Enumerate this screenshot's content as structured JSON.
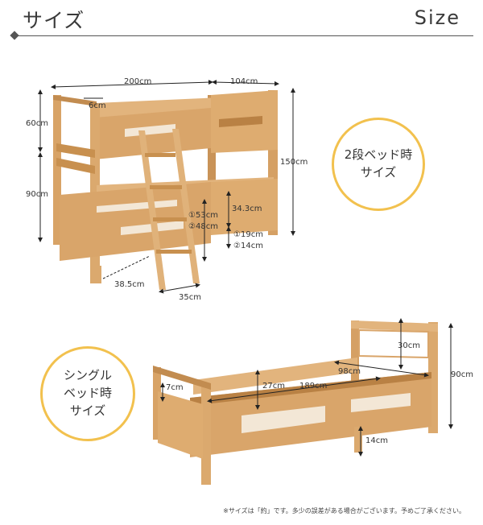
{
  "header": {
    "title_jp": "サイズ",
    "title_en": "Size"
  },
  "bunk": {
    "label_line1": "2段ベッド時",
    "label_line2": "サイズ",
    "dims": {
      "length": "200cm",
      "width": "104cm",
      "rail_gap": "6cm",
      "upper_height": "60cm",
      "lower_height": "90cm",
      "total_height": "150cm",
      "inner_height": "34.3cm",
      "rail_height_1": "①53cm",
      "rail_height_2": "②48cm",
      "floor_clear_1": "①19cm",
      "floor_clear_2": "②14cm",
      "ladder_offset": "38.5cm",
      "ladder_width": "35cm"
    }
  },
  "single": {
    "label_line1": "シングル",
    "label_line2": "ベッド時",
    "label_line3": "サイズ",
    "dims": {
      "head_panel": "30cm",
      "total_height": "90cm",
      "width": "98cm",
      "rail_height": "27cm",
      "length": "189cm",
      "foot_gap": "7cm",
      "floor_clear": "14cm"
    }
  },
  "note": "※サイズは「約」です。多少の誤差がある場合がございます。予めご了承ください。",
  "colors": {
    "wood": "#d9a56a",
    "wood_dark": "#b98144",
    "wood_light": "#e8c193",
    "accent_circle": "#f2c14e",
    "dim_line": "#222222"
  }
}
